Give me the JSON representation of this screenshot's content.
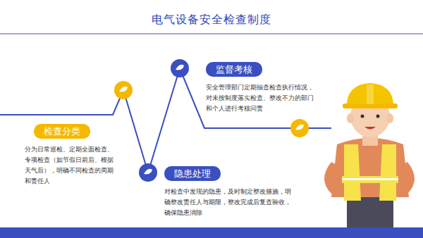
{
  "diagram": {
    "title": "电气设备安全检查制度",
    "nodes": [
      {
        "text": [
          "检查分类",
          "分为日常巡检、定期全面检查、专项检查（如节假日前后、根据天气后），明确不同检查的周期和责任人"
        ]
      },
      {
        "text": [
          "隐患处理",
          "对检查中发现的隐患，及时制定整改措施，明确整改责任人与期限，整改完成后复查验收，确保隐患消除"
        ]
      },
      {
        "text": [
          "监督考核",
          "安全管理部门定期抽查检查执行情况，对未按制度落实检查、整改不力的部门和个人进行考核问责"
        ]
      }
    ]
  }
}
